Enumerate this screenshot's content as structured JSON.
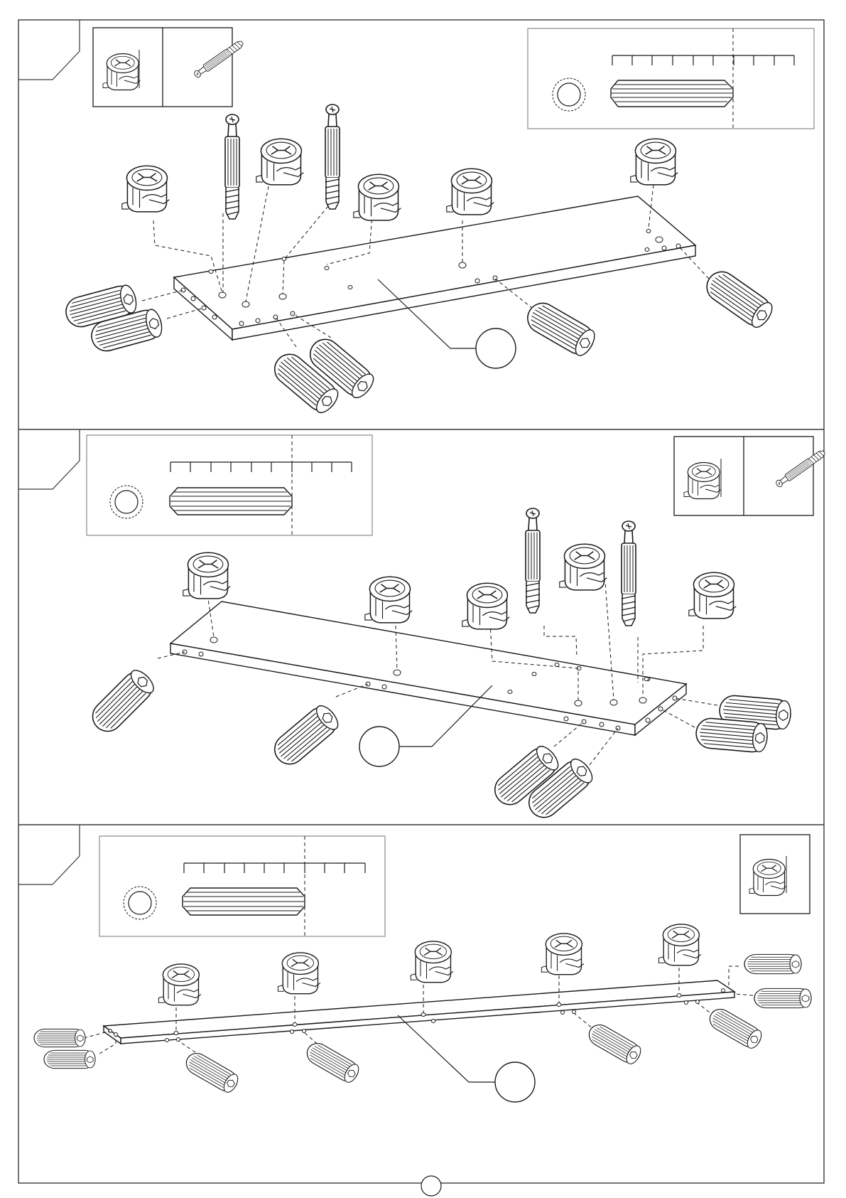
{
  "page": {
    "kind": "furniture assembly instruction sheet",
    "page_number": ""
  },
  "steps": [
    {
      "id": "step-1",
      "step_number": "",
      "part_label": "",
      "hardware_legend": [
        "cam-lock-icon",
        "cam-bolt-icon"
      ],
      "dowel_gauge": true,
      "board": "long-board",
      "hardware": {
        "cam_locks": 5,
        "cam_bolts": 2,
        "dowels": 6
      }
    },
    {
      "id": "step-2",
      "step_number": "",
      "part_label": "",
      "hardware_legend": [
        "cam-lock-icon",
        "cam-bolt-icon"
      ],
      "dowel_gauge": true,
      "board": "long-board",
      "hardware": {
        "cam_locks": 5,
        "cam_bolts": 2,
        "dowels": 6
      }
    },
    {
      "id": "step-3",
      "step_number": "",
      "part_label": "",
      "hardware_legend": [
        "cam-lock-icon"
      ],
      "dowel_gauge": true,
      "board": "long-thin-board",
      "hardware": {
        "cam_locks": 5,
        "cam_bolts": 0,
        "dowels": 8
      }
    }
  ],
  "colors": {
    "line": "#1a1a1a",
    "frame": "#3a3a3a",
    "gauge_frame": "#8a8a8a",
    "paper": "#ffffff"
  }
}
